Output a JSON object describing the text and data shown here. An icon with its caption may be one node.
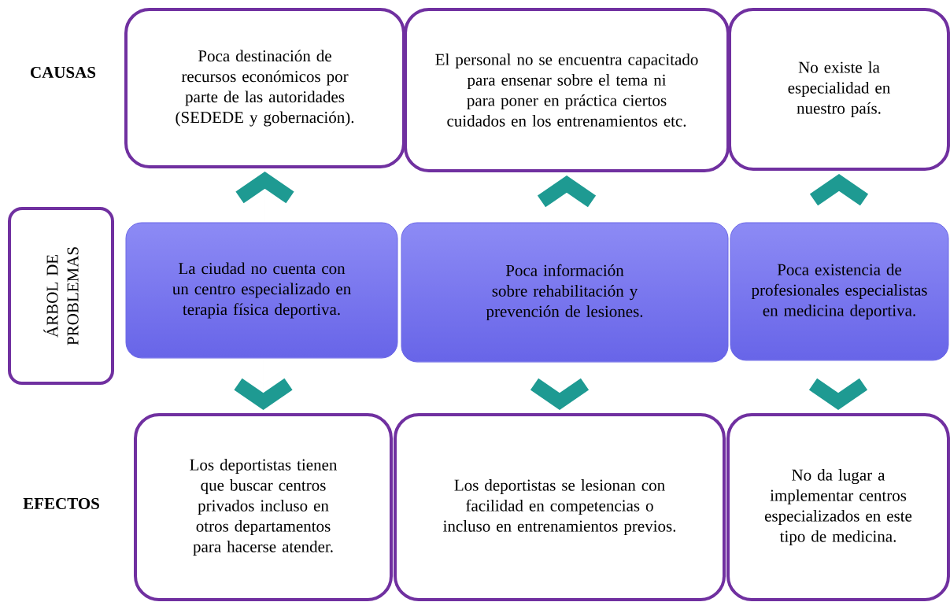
{
  "diagram": {
    "nodes": [
      {
        "text": [
          "ÁRBOL DE PROBLEMAS"
        ]
      },
      {
        "text": [
          "Poca destinación de recursos económicos por parte de las autoridades (SEDEDE y gobernación)."
        ]
      },
      {
        "text": [
          "El personal no se encuentra capacitado para ensenar sobre el tema ni para poner en práctica ciertos cuidados en los entrenamientos etc."
        ]
      },
      {
        "text": [
          "No existe la especialidad en nuestro país."
        ]
      },
      {
        "text": [
          "La ciudad no cuenta con un centro especializado en terapia física deportiva."
        ]
      },
      {
        "text": [
          "Poca información sobre rehabilitación y prevención de lesiones."
        ]
      },
      {
        "text": [
          "Poca existencia de profesionales especialistas en medicina deportiva."
        ]
      },
      {
        "text": [
          "Los deportistas tienen que buscar centros privados incluso en otros departamentos para hacerse atender."
        ]
      },
      {
        "text": [
          "Los deportistas se lesionan con facilidad en competencias o incluso en entrenamientos previos."
        ]
      },
      {
        "text": [
          "No da lugar a implementar centros especializados en este tipo de medicina."
        ]
      }
    ],
    "edges": [
      {
        "from": 4,
        "to": 1,
        "arrow": "to"
      },
      {
        "from": 5,
        "to": 2,
        "arrow": "to"
      },
      {
        "from": 6,
        "to": 3,
        "arrow": "to"
      },
      {
        "from": 4,
        "to": 7,
        "arrow": "to"
      },
      {
        "from": 5,
        "to": 8,
        "arrow": "to"
      },
      {
        "from": 6,
        "to": 9,
        "arrow": "to"
      }
    ],
    "labels": [
      "CAUSAS",
      "EFECTOS"
    ]
  }
}
